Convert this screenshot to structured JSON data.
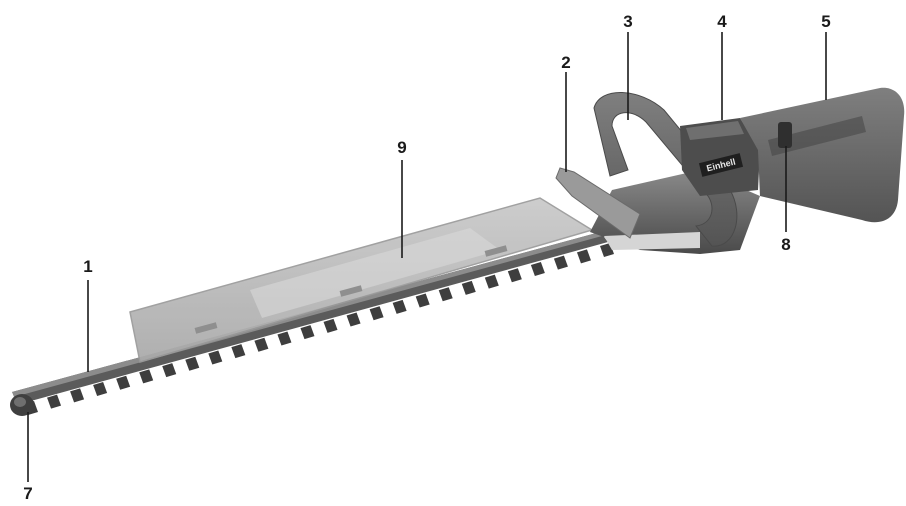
{
  "figure": {
    "brand_label": "Einhell",
    "callouts": [
      {
        "id": "1",
        "label": "1"
      },
      {
        "id": "2",
        "label": "2"
      },
      {
        "id": "3",
        "label": "3"
      },
      {
        "id": "4",
        "label": "4"
      },
      {
        "id": "5",
        "label": "5"
      },
      {
        "id": "7",
        "label": "7"
      },
      {
        "id": "8",
        "label": "8"
      },
      {
        "id": "9",
        "label": "9"
      }
    ]
  }
}
